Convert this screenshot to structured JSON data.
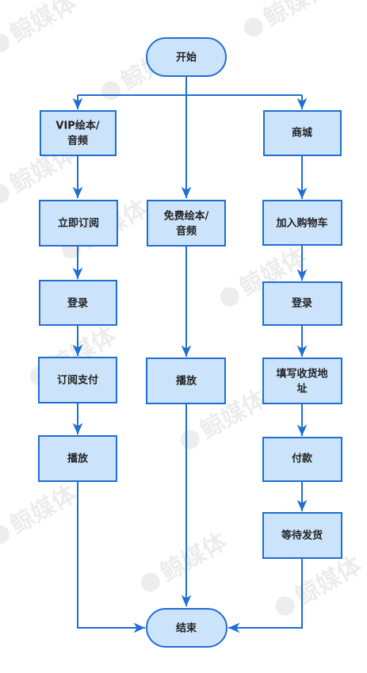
{
  "diagram": {
    "nodes": {
      "start": "开始",
      "vip": "VIP绘本/\n音频",
      "subscribe_now": "立即订阅",
      "login_left": "登录",
      "sub_pay": "订阅支付",
      "play_left": "播放",
      "free": "免费绘本/\n音频",
      "play_mid": "播放",
      "mall": "商城",
      "add_cart": "加入购物车",
      "login_right": "登录",
      "address": "填写收货地\n址",
      "payment": "付款",
      "wait_ship": "等待发货",
      "end": "结束"
    },
    "watermark": "鲸媒体",
    "colors": {
      "node_fill": "#cce4fb",
      "stroke": "#1f6ed4",
      "text": "#222222"
    }
  }
}
